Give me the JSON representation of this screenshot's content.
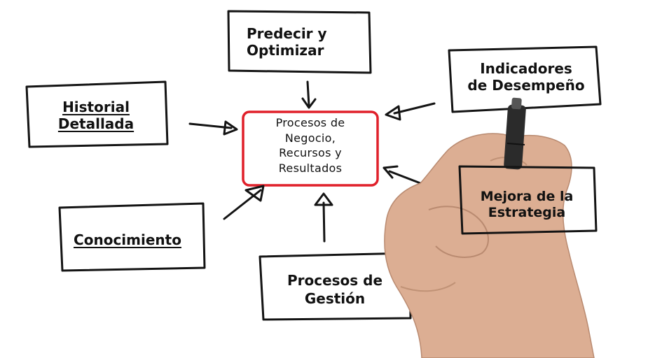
{
  "diagram": {
    "center": {
      "lines": [
        "Procesos de",
        "Negocio,",
        "Recursos y",
        "Resultados"
      ],
      "border_color": "#e0202a"
    },
    "nodes": {
      "predecir": {
        "lines": [
          "Predecir y",
          "Optimizar"
        ]
      },
      "indicadores": {
        "lines": [
          "Indicadores",
          "de Desempeño"
        ]
      },
      "historial": {
        "lines": [
          "Historial",
          "Detallada"
        ]
      },
      "mejora": {
        "lines": [
          "Mejora de la",
          "Estrategia"
        ]
      },
      "conocimiento": {
        "lines": [
          "Conocimiento"
        ]
      },
      "gestion": {
        "lines": [
          "Procesos de",
          "Gestión"
        ]
      }
    },
    "colors": {
      "ink": "#141414",
      "skin": "#dcae93",
      "marker": "#2b2b2b"
    }
  }
}
